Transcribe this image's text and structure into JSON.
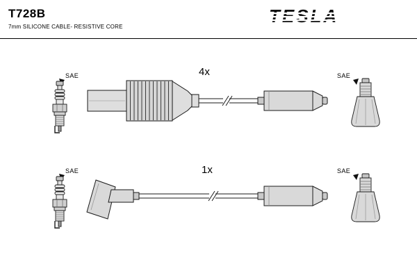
{
  "header": {
    "part_number": "T728B",
    "subtitle": "7mm SILICONE CABLE- RESISTIVE CORE",
    "brand": "TESLA"
  },
  "rows": [
    {
      "quantity": "4x",
      "left_label": "SAE",
      "right_label": "SAE",
      "cable_type": "straight"
    },
    {
      "quantity": "1x",
      "left_label": "SAE",
      "right_label": "SAE",
      "cable_type": "angled"
    }
  ]
}
